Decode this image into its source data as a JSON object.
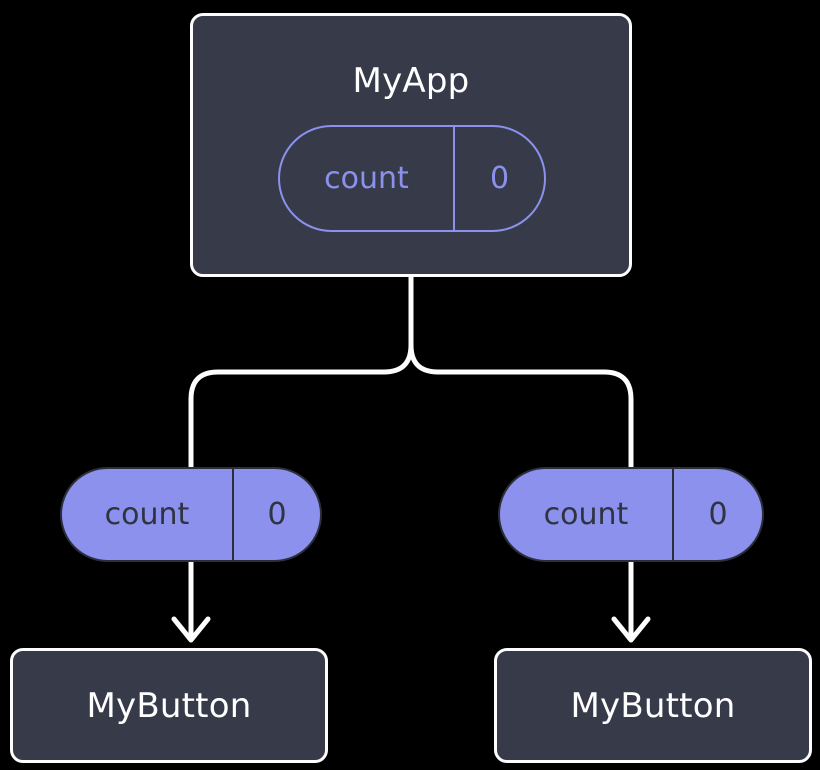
{
  "diagram": {
    "title_hidden": "",
    "background_color": "#000000",
    "accent_color": "#8b91ec",
    "node_fill": "#373b49",
    "node_border": "#fdfdfd",
    "edge_color": "#fdfdfd"
  },
  "root": {
    "name": "MyApp",
    "state": {
      "key": "count",
      "value": "0"
    }
  },
  "branches": [
    {
      "prop": {
        "key": "count",
        "value": "0"
      },
      "child": {
        "name": "MyButton"
      }
    },
    {
      "prop": {
        "key": "count",
        "value": "0"
      },
      "child": {
        "name": "MyButton"
      }
    }
  ]
}
